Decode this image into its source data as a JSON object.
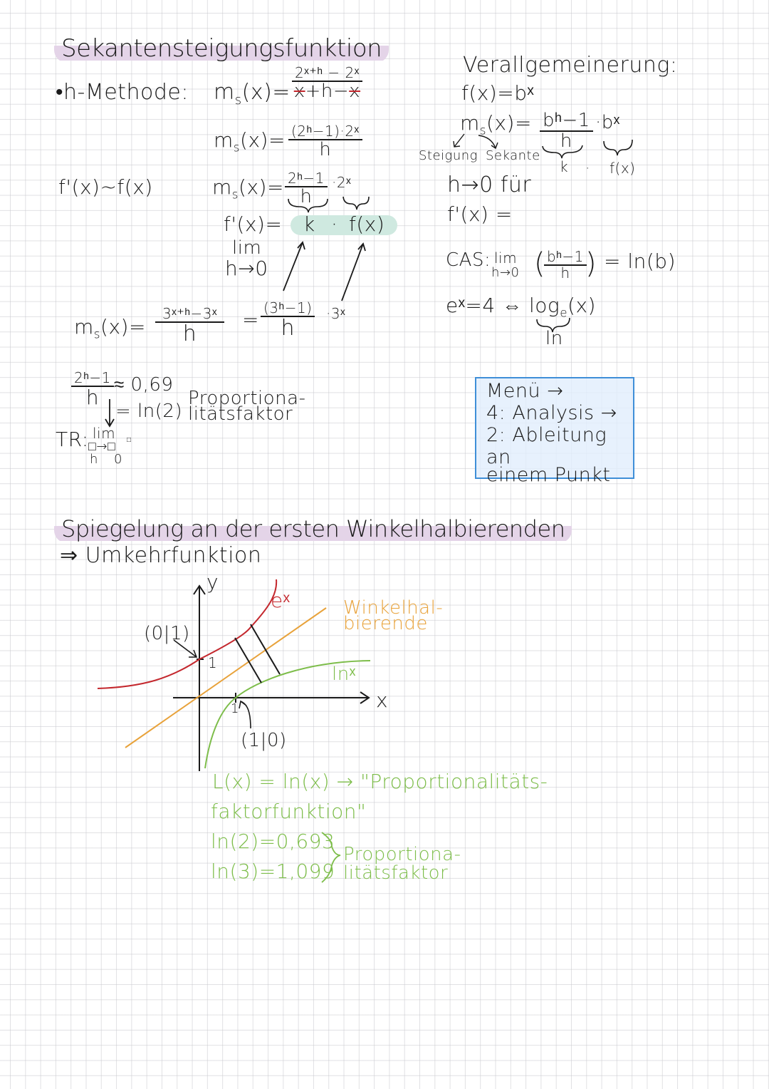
{
  "section1": {
    "title": "Sekantensteigungsfunktion",
    "h_method_label": "•h-Methode:",
    "ms_label": "m",
    "ms_sub": "s",
    "eq1": {
      "lhs": "(x)=",
      "num": "2ˣ⁺ʰ − 2ˣ",
      "den_x1": "x",
      "den_mid": "+h−",
      "den_x2": "x"
    },
    "eq2": {
      "lhs": "(x)=",
      "num": "(2ʰ−1)·2ˣ",
      "den": "h"
    },
    "proportional": "f'(x)~f(x)",
    "eq3": {
      "lhs": "(x)=",
      "num": "2ʰ−1",
      "den": "h",
      "tail": "·2ˣ"
    },
    "eq4": {
      "lhs": "f'(x)=",
      "k": "k",
      "dot": "·",
      "fx": "f(x)"
    },
    "lim_label": "lim",
    "lim_sub": "h→0",
    "eq5": {
      "lhs": "(x)=",
      "num1": "3ˣ⁺ʰ−3ˣ",
      "den1": "h",
      "eq": "=",
      "num2": "(3ʰ−1)",
      "den2": "h",
      "tail": "·3ˣ"
    },
    "approx": {
      "num": "2ʰ−1",
      "den": "h",
      "approx": "≈ 0,69",
      "eq": "= ln(2)",
      "label_line1": "Proportiona-",
      "label_line2": "litätsfaktor"
    },
    "tr": {
      "label": "TR:",
      "lim": "lim",
      "sub": "□→□",
      "sup_box": "□",
      "under_left": "h",
      "under_right": "0"
    }
  },
  "generalization": {
    "title": "Verallgemeinerung:",
    "fx": "f(x)=bˣ",
    "ms_eq": {
      "lhs": "(x)=",
      "num": "bʰ−1",
      "den": "h",
      "tail": "·bˣ"
    },
    "annot_steigung": "Steigung",
    "annot_sekante": "Sekante",
    "brace_k": "k",
    "brace_dot": "·",
    "brace_fx": "f(x)",
    "limit_text": "h→0 für",
    "fprime": "f'(x) =",
    "cas": {
      "label": "CAS:",
      "lim": "lim",
      "sub": "h→0",
      "num": "bʰ−1",
      "den": "h",
      "result": "= ln(b)"
    },
    "log": {
      "lhs": "eˣ=4 ⇔ ",
      "log": "log",
      "base": "e",
      "arg": "(x)",
      "ln": "ln"
    }
  },
  "menu_box": {
    "line1": "Menü →",
    "line2": "4: Analysis →",
    "line3": "2: Ableitung an",
    "line4": "einem Punkt",
    "border_color": "#3f8fd8"
  },
  "section2": {
    "title": "Spiegelung an der ersten Winkelhalbierenden",
    "subtitle": "⇒ Umkehrfunktion"
  },
  "graph": {
    "y_label": "y",
    "x_label": "x",
    "exp_label": "eˣ",
    "exp_color": "#c4282e",
    "bisector_label_line1": "Winkelhal-",
    "bisector_label_line2": "bierende",
    "bisector_color": "#e8a23a",
    "ln_label": "lnˣ",
    "ln_color": "#7dbd4a",
    "point_01": "(0|1)",
    "point_10": "(1|0)",
    "tick_y1": "1",
    "tick_x1": "1"
  },
  "notes": {
    "line1": "L(x) = ln(x) → \"Proportionalitäts-",
    "line2": "faktorfunktion\"",
    "ln2": "ln(2)=0,693",
    "ln3": "ln(3)=1,099",
    "label_line1": "Proportiona-",
    "label_line2": "litätsfaktor"
  }
}
